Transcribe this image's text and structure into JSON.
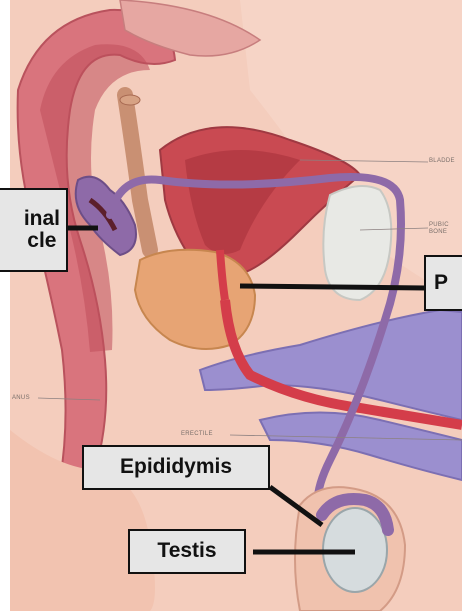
{
  "callouts": {
    "seminal_vesicle": "inal\ncle",
    "prostate": "P",
    "epididymis": "Epididymis",
    "testis": "Testis"
  },
  "small_labels": {
    "bladder": "BLADDE",
    "pubic_bone": "PUBIC\nBONE",
    "anus": "ANUS",
    "erectile": "ERECTILE"
  },
  "colors": {
    "background_skin": "#f3c3b2",
    "tissue_dark": "#c65a62",
    "bladder_red": "#b23a45",
    "duct_purple": "#8e6aa8",
    "erectile_blue": "#9b8fcf",
    "prostate_orange": "#e6a274",
    "bone": "#e6e7e3",
    "callout_fill": "#e6e6e6"
  }
}
